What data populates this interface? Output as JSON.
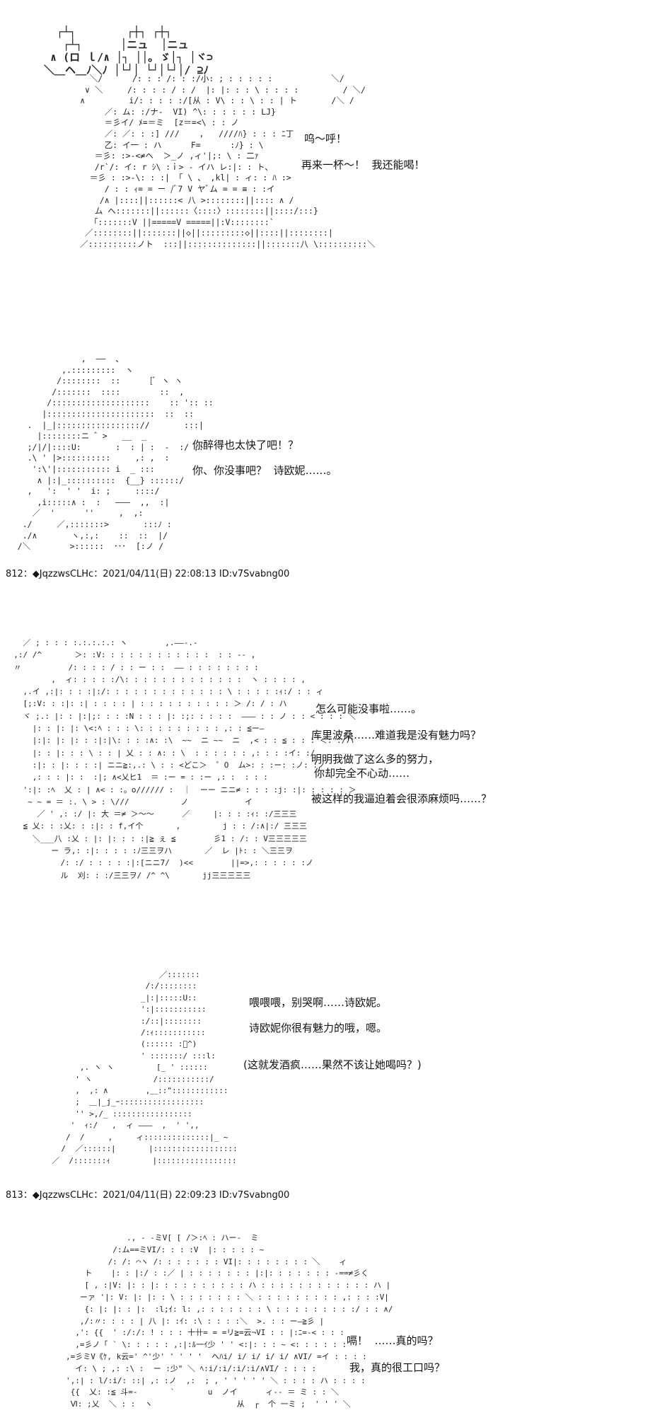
{
  "posts": [
    {
      "id": "post-811-tail",
      "aa_title": "  ┌┴┐        ┌┼┐ ┌┼┐\n   ┌┴┐      │ニュ  │ニュ\n ∧ (ロ ｌ/∧ │┐ ││｡ ゞ│┐ │ヾ⊃\n＼＿ヘ＿ﾉ＼ﾉ │└┘│ └┘│└┘│/ ⊇ﾉ",
      "aa_1": "              ＼/      /: : : /: : :/小: ; : : : : :            ＼/\n             ∨ ＼     /: : : : / : /  |: |: : : \\ : : : :         / ＼/\n            ∧         i/: : : : :/[从 : V\\ : : \\ : : | ト       /＼ /\n                 ／: ム: :/ナ-  VI) ^\\: : : : : : LJ}\n                 ＝彡イ/ ﾒ=＝ミ  [z＝=<\\ : : ノ\n                 ／: ／: : :] ///    ,   ////ﾊ} : : : ﾆ丁\n                 乙: イ一 : ハ      F=      :ﾉ} : \\\n               ＝彡: :>-<≠ヘ  ＞_ノ ,ィ'|;: \\ : 二ｧ\n               /r`/: イ: r ｼ\\ :ｉ> - イハ レ:|: : ト、\n              ＝彡 : :>-\\: : :| 「 \\ 、 ,kl| : ィ: : ﾊ :>\n                 / : : ｨ= = ー /ﾞ7 V ヤﾞム = = ≡ : :イ\n                /∧ |::::||::::::< 八 >::::::::||:::: ∧ /\n               ム へ:::::::||::::::〈::::〉::::::::||::::/:::}\n              「:::::::V ||=====V =====||:V::::::::`\n             ／::::::::||:::::::||◇||:::::::::◇||::::||::::::::|\n            ／::::::::::ノト  :::||::::::::::::::||:::::::八 \\::::::::::＼",
      "lines": [
        "呜～呼！",
        "再来一杯～！  我还能喝！"
      ],
      "aa_2": "                ,  ――  、\n            ,.:::::::::  ヽ\n           /::::::::  ::      [ﾞ ヽ ヽ\n          /:::::::  ::::        ::  ,\n         /::::::::::::::::::::    :: ':: ::\n        |::::::::::::::::::::::  ::  ::\n     .  |_|::::::::::::::::://       :::|\n       |::::::::ニ ゛>   __  _\n     ;/|/|::::U:       :  : | :  -  :/ ,:\n     .\\ ' |>::::::::::     ,: ,  :\n      ':\\'|::::::::::: i  _ :::\n       ∧ |:|_::::::::::  {__} ::::::/\n     ,   ':  ' '  i: ;     ::::/\n       ,i:::::∧ :  :   ―――  ,,  :|\n      ／  '      ''     ,  ,:\n    ./     ／,:::::::>       :::ﾉ :\n    ./∧       ヽ,:,:    ::  ::  |/\n   /＼        >::::::  ･･･  [:ノ /",
      "lines2": [
        "你醉得也太快了吧！？",
        "你、你没事吧？  诗欧妮……。"
      ]
    },
    {
      "id": "post-812",
      "header": "812：◆JqzzwsCLHc：2021/04/11(日) 22:08:13 ID:v7Svabng00",
      "aa_1": "    ／ ; : : : :.:.:.:.: ヽ        ,.――-.-\n  ,:/ /^       ＞: :V: : : : : : : : : : : :  : : -- ,\n  〃          /: : : : / : : ー : :  ―― : : : : : : : :\n          ,  ィ: : : : :/\\: : : : : : : : : : : : :  ヽ : : : : ,\n    ,.イ ,:|: : : :|:/: : : : : : : : : : : : : \\ : : : : :ｨ:/ : : ィ\n    [;:V: : :|: :| : : : : | : : : : : : : : : : ＞ /: / : ハ\n    ヾ ;.: |: : |:|;: : : :N : : : |: :;: : : : :  ――― : : ノ : : < : : : ＼\n      |: : |: |: \\<:ﾍ : : : \\: : : : : : : : : ,: : ≦ー―\n      |:|: |: |: : :|:|\\: : : :∧: :\\  ~~  ニ ~~  ニ  ,< : : ≦ : : : ＜: :/ハ\n      |: : |: : : \\ : : | 乂 : : ∧: : \\  : : : : : : ,: : : :イ: :/\n      :|: : |: : : :| ニニ≧:,.: \\ : : <どこ＞  ゜O  ム>: : :ー: :ノ: :ノ\n      ,: : : |: :  :|; ∧<乂ヒ1  ＝ :ー = : :ー ,: :  : : :\n    ':|: :ﾍ  乂 : | ∧< : :。o////// :  ｜  ーー ニニ≠ : : : :j: :|: : : : : ＞\n     ~ ~ = ＝ :. \\ > : \\///           ノ            イ\n       ／ ' ,: :/ |: 大 ＝≠ ＞〜〜      ／     |: : : :ｨ: :/三三三\n    ≦ 乂: : :乂: : :|: : f,イ个       ,         j : : /:∧|:/ 三三三\n      ＼___八 :乂 : |: |: : : :|≧ ぇ ≦        彡1 : /: : V三三三三三\n          ー ラ,: :|: : : : :ﾉ三三ヲハ       ／  レ |ﾄ: : ＼三三ヲ\n            /: :/ : : : : :|:[ニニ7/  )<<        ||=>,: : : : : :ノ\n            ル  刈: : :/三三ヲ/ /^ ^\\       jj三三三三三",
      "lines": [
        "怎么可能没事啦……。",
        "库里波桑……难道我是没有魅力吗？",
        "明明我做了这么多的努力，",
        "你却完全不心动……",
        "被这样的我逼迫着会很添麻烦吗……？"
      ],
      "aa_2": "                            ／:::::::\n                         /:/::::::::\n                        _|:|:::::U::\n                        ':|:::::::::::\n                        :/::|::::::::\n                        /:ｨ:::::::::::\n                        (:::::: :ﾞ^)\n                        ' :::::::/ :::l:\n           ,. ヽ ヽ         [_ ' ::::::\n          ' ヽ             /:::::::::::/\n          ,  ,: ∧        ,＿::\"::::::::::::\n          ;  ＿|_j_ｰ::::::::::::::::::\n          '' >,/_ :::::::::::::::::\n         '  ｨ:/   ,  ィ ―――  ,  ' ',,\n        /  /     ,     ィ::::::::::::::|_ ~\n       /  ／::::::|       |::::::::::::::::::\n     ／  /:::::::ｨ         |:::::::::::::::::",
      "lines2": [
        "喂喂喂，别哭啊……诗欧妮。",
        "诗欧妮你很有魅力的哦，嗯。",
        "(这就发酒疯……果然不该让她喝吗？)"
      ]
    },
    {
      "id": "post-813",
      "header": "813：◆JqzzwsCLHc：2021/04/11(日) 22:09:23 ID:v7Svabng00",
      "aa_1": "                     ., - -ミV[ [ /＞:ﾍ : ハー-  ミ\n                  /:ム==ミVI/: : : :V  |: : : : : ~\n                 /: /: ⌒ヽ /: : : : : : : VI|: : : : : : : : ＼    ィ\n            ト    |: : |:/ : :／ | : : : : : : : |:|: : : : : : : -==≠彡く\n            [ , :|V: |: : |: : : : : : : : : : ハ : : : : : : : : : : : : ハ |\n           ーァ '|: V: |: |: : \\ : : : : : : : ＼ : : : : : : : : : ,: : : :V|\n            {: |: |: : |:  :l;ｲ: l: ,: : : : : : : \\ : : : : : : : : :/ : : ∧/\n           ,/:〃: : : : | 八 |: :ｲ: :\\ : : : :＼  >. : : ー―≧彡 |\n          ,': {{  ' :/:/: ! : : : 十卄= = =リ≧=云¬VI : : |:ﾆ=-< : : :\n          ,=彡ノ「 ` \\: : : : : ,:|:ﾙ一ｲ少 ' ' <:|: : : ~ <: : : : : :\n        ,=彡ミV《ｹ, k云=' ^'少' ' ' ' '  へﾊi/ i/ i/ i/ i/ ∧VI/ =イ : : : :\n          イ: \\ ; ,: :\\ :  ー :少\" ＼ ﾍ:i/:i/:i/:i/∧VI/ : : : :\n        ',:| : l/:i/: ::| ,: :ノ  ,:  ; , ' ' ' ' ' ＼ : : : : ハ : : : :\n         {{  乂: :≦ 斗=-       `       u  ノイ      ィ-- ＝ ミ : : ＼\n         Ⅵ: ;乂  ＼ : :  ヽ                  从  ┌  个 一ミ ;  ' ' ' ＼",
      "lines": [
        "嗝！  ……真的吗？",
        "我，真的很工口吗？"
      ]
    }
  ]
}
